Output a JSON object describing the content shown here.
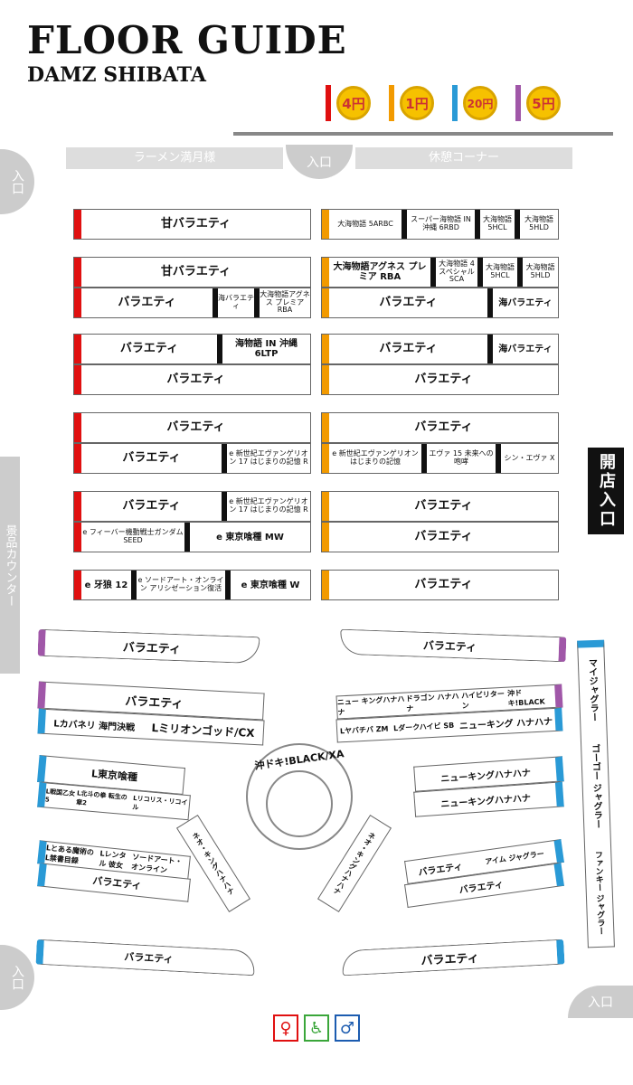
{
  "header": {
    "title": "FLOOR GUIDE",
    "subtitle": "DAMZ SHIBATA"
  },
  "legend": [
    {
      "label": "4円",
      "color": "#e01010"
    },
    {
      "label": "1円",
      "color": "#f29a00"
    },
    {
      "label": "20円",
      "color": "#2a9ad6"
    },
    {
      "label": "5円",
      "color": "#a057a8"
    }
  ],
  "top": {
    "ramen": "ラーメン満月様",
    "entrance": "入口",
    "rest": "休憩コーナー"
  },
  "side": {
    "left_top_entrance": "入口",
    "prize_counter": "景品カウンター",
    "open_entrance": "開店入口",
    "bottom_left_entrance": "入口",
    "bottom_right_entrance": "入口"
  },
  "rows": {
    "r1l": [
      "甘バラエティ"
    ],
    "r1r": [
      "大海物語 5ARBC",
      "スーパー海物語 IN 沖縄 6RBD",
      "大海物語 5HCL",
      "大海物語 5HLD"
    ],
    "r2la": [
      "甘バラエティ"
    ],
    "r2lb": [
      "バラエティ",
      "海バラエティ",
      "大海物語アグネス プレミア RBA"
    ],
    "r2ra": [
      "大海物語アグネス プレミア RBA",
      "大海物語 4 スペシャル SCA",
      "大海物語 5HCL",
      "大海物語 5HLD"
    ],
    "r2rb": [
      "バラエティ",
      "海バラエティ"
    ],
    "r3la": [
      "バラエティ",
      "海物語 IN 沖縄 6LTP"
    ],
    "r3lb": [
      "バラエティ"
    ],
    "r3ra": [
      "バラエティ",
      "海バラエティ"
    ],
    "r3rb": [
      "バラエティ"
    ],
    "r4la": [
      "バラエティ"
    ],
    "r4lb": [
      "バラエティ",
      "e 新世紀エヴァンゲリオン 17 はじまりの記憶 R"
    ],
    "r4ra": [
      "バラエティ"
    ],
    "r4rb": [
      "e 新世紀エヴァンゲリオン はじまりの記憶",
      "エヴァ 15 未来への咆哮",
      "シン・エヴァ X"
    ],
    "r5la": [
      "バラエティ",
      "e 新世紀エヴァンゲリオン 17 はじまりの記憶 R"
    ],
    "r5lb": [
      "e フィーバー機動戦士ガンダム SEED",
      "e 東京喰種 MW"
    ],
    "r5ra": [
      "バラエティ"
    ],
    "r5rb": [
      "バラエティ"
    ],
    "r6l": [
      "e 牙狼 12",
      "e ソードアート・オンライン アリシゼーション復活",
      "e 東京喰種 W"
    ],
    "r6r": [
      "バラエティ"
    ]
  },
  "slot": {
    "a1": "バラエティ",
    "a2": "バラエティ",
    "b1": "バラエティ",
    "b2a": "Lカバネリ 海門決戦",
    "b2b": "Lミリオンゴッド/CX",
    "c1a": "ニュー キングハナハナ",
    "c1b": "ドラゴン ハナハナ",
    "c1c": "ハイビリターン",
    "c1d": "沖ドキ!BLACK",
    "c2a": "Lヤバチバ ZM",
    "c2b": "Lダークハイビ SB",
    "c2c": "ニューキング ハナハナ",
    "center": "沖ドキ!BLACK/XA",
    "d1": "L東京喰種",
    "d2a": "L戦国乙女5",
    "d2b": "L北斗の拳 転生の章2",
    "d2c": "Lリコリス・リコイル",
    "e1": "ニューキングハナハナ",
    "e2": "ニューキングハナハナ",
    "f1": "ネオ・キングハナハナ",
    "f2": "ネオ・キングハナハナ",
    "g1a": "Lとある魔術の L禁書目録",
    "g1b": "Lレンタル 彼女",
    "g1c": "ソードアート・ オンライン",
    "g2": "バラエティ",
    "h1a": "バラエティ",
    "h1b": "アイム ジャグラー",
    "h2": "バラエティ",
    "i1": "バラエティ",
    "i2": "バラエティ",
    "j1": "マイジャグラー",
    "j2": "ゴーゴー ジャグラー",
    "j3": "ファンキー ジャグラー"
  },
  "toilets": [
    {
      "icon": "woman-icon",
      "glyph": "♀",
      "color": "#e01010"
    },
    {
      "icon": "wheelchair-icon",
      "glyph": "♿",
      "color": "#3aa63a"
    },
    {
      "icon": "man-icon",
      "glyph": "♂",
      "color": "#1c5cb0"
    }
  ]
}
